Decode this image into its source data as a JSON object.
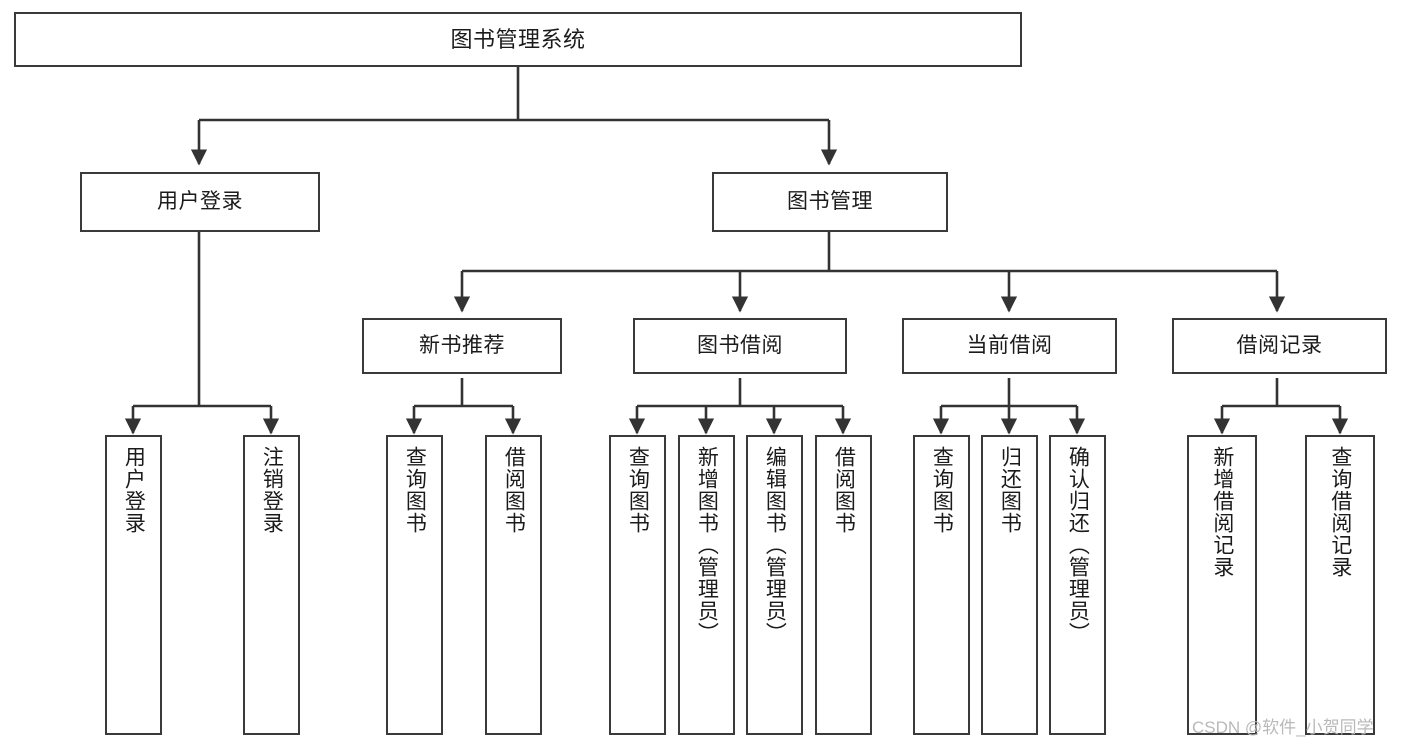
{
  "diagram": {
    "title": "图书管理系统",
    "type": "hierarchy-tree",
    "colors": {
      "box_border": "#3a3a3a",
      "box_fill": "#ffffff",
      "edge": "#333333",
      "text": "#1b1b1b",
      "watermark": "#b9b9b9",
      "background": "#ffffff"
    },
    "root": {
      "label": "图书管理系统"
    },
    "tier1": [
      {
        "label": "用户登录"
      },
      {
        "label": "图书管理"
      }
    ],
    "tier2": [
      {
        "label": "新书推荐"
      },
      {
        "label": "图书借阅"
      },
      {
        "label": "当前借阅"
      },
      {
        "label": "借阅记录"
      }
    ],
    "leaves": {
      "user_login": [
        {
          "label": "用户登录"
        },
        {
          "label": "注销登录"
        }
      ],
      "new_book_recommend": [
        {
          "label": "查询图书"
        },
        {
          "label": "借阅图书"
        }
      ],
      "book_borrow": [
        {
          "label": "查询图书"
        },
        {
          "label": "新增图书（管理员）"
        },
        {
          "label": "编辑图书（管理员）"
        },
        {
          "label": "借阅图书"
        }
      ],
      "current_borrow": [
        {
          "label": "查询图书"
        },
        {
          "label": "归还图书"
        },
        {
          "label": "确认归还（管理员）"
        }
      ],
      "borrow_record": [
        {
          "label": "新增借阅记录"
        },
        {
          "label": "查询借阅记录"
        }
      ]
    }
  },
  "watermark": {
    "text": "CSDN @软件_小贺同学"
  }
}
